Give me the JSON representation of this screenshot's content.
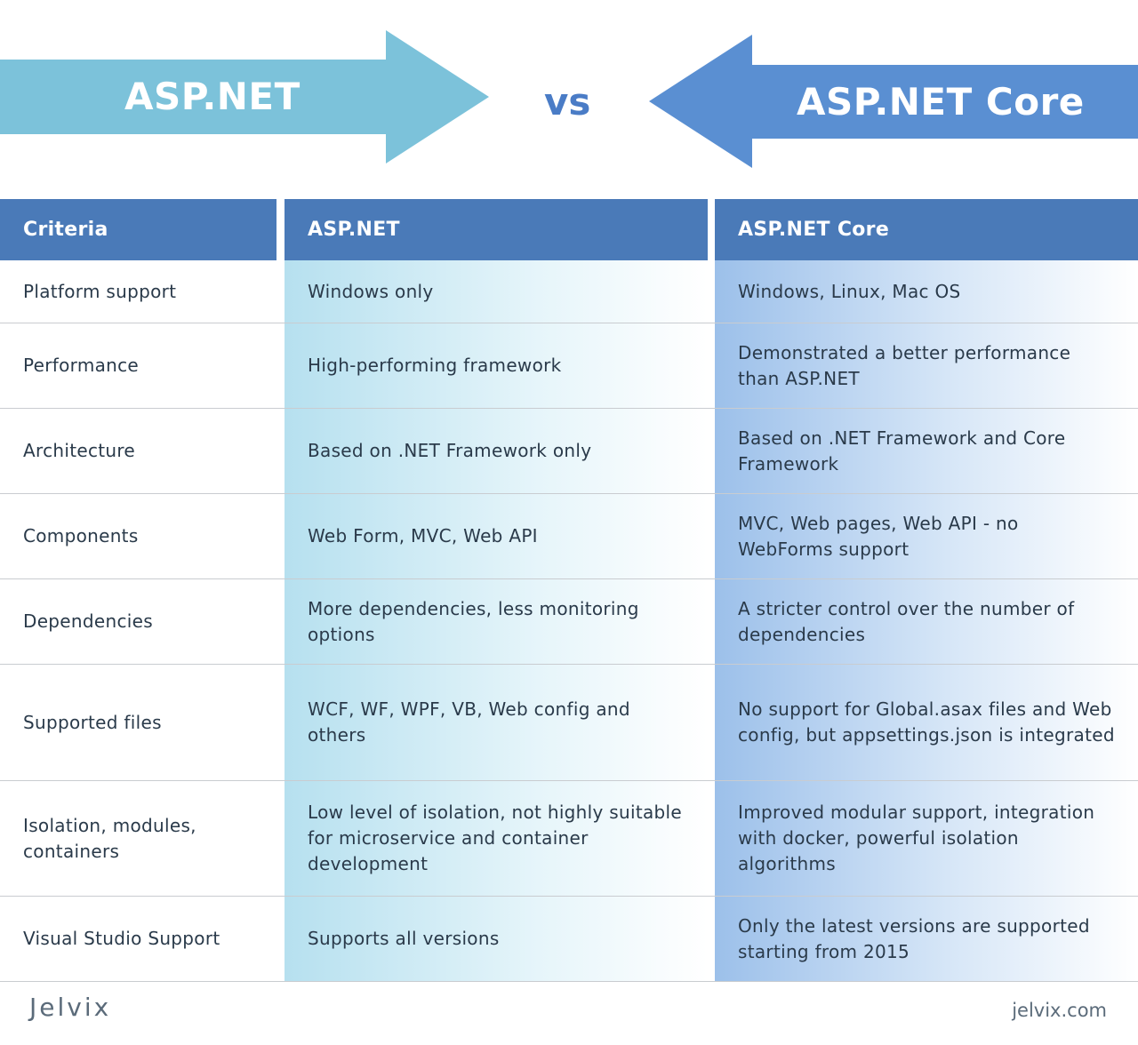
{
  "hero": {
    "left_title": "ASP.NET",
    "vs": "vs",
    "right_title": "ASP.NET Core",
    "left_color": "#7cc2da",
    "right_color": "#5a8fd2"
  },
  "table": {
    "headers": [
      "Criteria",
      "ASP.NET",
      "ASP.NET Core"
    ],
    "rows": [
      [
        "Platform support",
        "Windows only",
        "Windows, Linux, Mac OS"
      ],
      [
        "Performance",
        "High-performing framework",
        "Demonstrated a better performance than ASP.NET"
      ],
      [
        "Architecture",
        "Based on .NET Framework only",
        "Based on .NET Framework and Core Framework"
      ],
      [
        "Components",
        "Web Form, MVC, Web API",
        "MVC, Web pages, Web API - no WebForms support"
      ],
      [
        "Dependencies",
        "More dependencies, less monitoring options",
        "A stricter control over the number of dependencies"
      ],
      [
        "Supported files",
        "WCF, WF, WPF, VB, Web config and others",
        "No support for Global.asax files and Web config, but appsettings.json is integrated"
      ],
      [
        "Isolation, modules, containers",
        "Low level of isolation, not highly suitable for microservice and container development",
        "Improved modular support, integration with docker, powerful isolation algorithms"
      ],
      [
        "Visual Studio Support",
        "Supports all versions",
        "Only the latest versions are supported starting from 2015"
      ]
    ]
  },
  "footer": {
    "logo": "Jelvix",
    "site": "jelvix.com"
  }
}
